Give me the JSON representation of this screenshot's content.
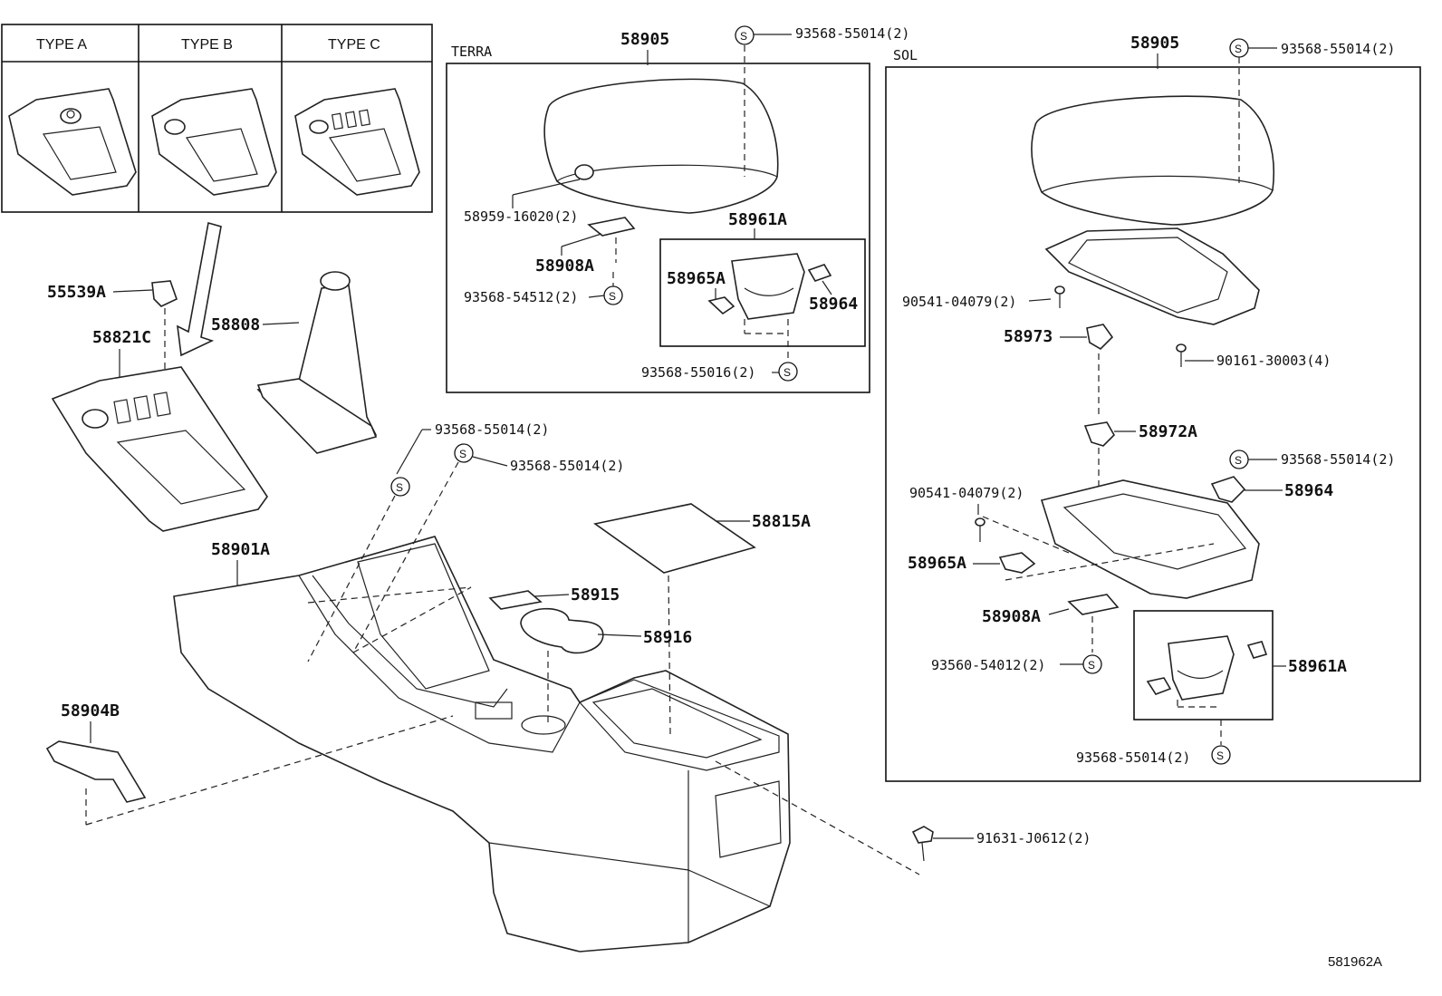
{
  "types": {
    "type_a": "TYPE A",
    "type_b": "TYPE B",
    "type_c": "TYPE C"
  },
  "groups": {
    "terra": "TERRA",
    "sol": "SOL"
  },
  "labels": {
    "p55539a": "55539A",
    "p58821c": "58821C",
    "p58808": "58808",
    "p58901a": "58901A",
    "p58904b": "58904B",
    "p58815a": "58815A",
    "p58915": "58915",
    "p58916": "58916",
    "s_93568_55014_c1": "93568-55014(2)",
    "s_93568_55014_c2": "93568-55014(2)",
    "p91631": "91631-J0612(2)",
    "t_58905": "58905",
    "t_93568_55014": "93568-55014(2)",
    "t_58959": "58959-16020(2)",
    "t_58961a": "58961A",
    "t_58908a": "58908A",
    "t_58965a": "58965A",
    "t_58964": "58964",
    "t_93568_54512": "93568-54512(2)",
    "t_93568_55016": "93568-55016(2)",
    "s_58905": "58905",
    "s_93568_55014_top": "93568-55014(2)",
    "s_90541_a": "90541-04079(2)",
    "s_58973": "58973",
    "s_90161": "90161-30003(4)",
    "s_58972a": "58972A",
    "s_93568_55014_mid": "93568-55014(2)",
    "s_90541_b": "90541-04079(2)",
    "s_58964": "58964",
    "s_58965a": "58965A",
    "s_58908a": "58908A",
    "s_93560": "93560-54012(2)",
    "s_58961a": "58961A",
    "s_93568_55014_bot": "93568-55014(2)"
  },
  "s_symbol": "S",
  "diagram_ref": "581962A"
}
